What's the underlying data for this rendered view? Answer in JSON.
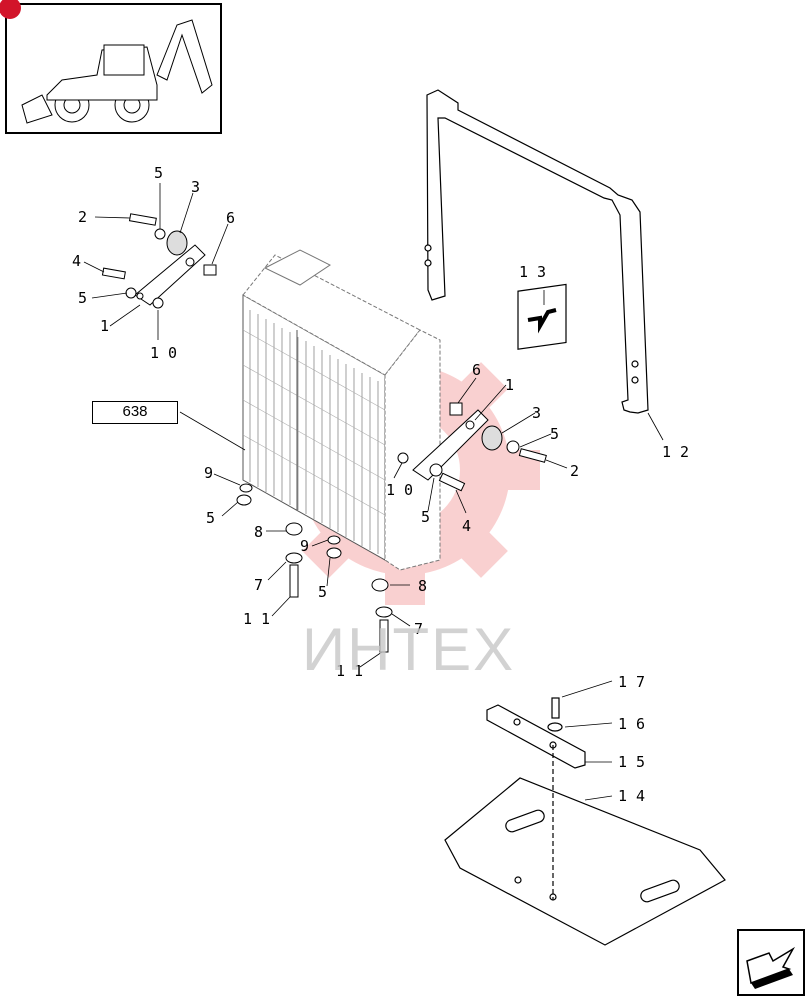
{
  "reference_box": {
    "label": "638"
  },
  "watermark": {
    "text": "ИНТЕХ",
    "color": "#e8a0a0"
  },
  "callouts": [
    {
      "id": "c5a",
      "text": "5"
    },
    {
      "id": "c3a",
      "text": "3"
    },
    {
      "id": "c2a",
      "text": "2"
    },
    {
      "id": "c6a",
      "text": "6"
    },
    {
      "id": "c4a",
      "text": "4"
    },
    {
      "id": "c5b",
      "text": "5"
    },
    {
      "id": "c1a",
      "text": "1"
    },
    {
      "id": "c10a",
      "text": "1 0"
    },
    {
      "id": "c13",
      "text": "1 3"
    },
    {
      "id": "c12",
      "text": "1 2"
    },
    {
      "id": "c6b",
      "text": "6"
    },
    {
      "id": "c1b",
      "text": "1"
    },
    {
      "id": "c3b",
      "text": "3"
    },
    {
      "id": "c5c",
      "text": "5"
    },
    {
      "id": "c2b",
      "text": "2"
    },
    {
      "id": "c10b",
      "text": "1 0"
    },
    {
      "id": "c5d",
      "text": "5"
    },
    {
      "id": "c4b",
      "text": "4"
    },
    {
      "id": "c9a",
      "text": "9"
    },
    {
      "id": "c5e",
      "text": "5"
    },
    {
      "id": "c8a",
      "text": "8"
    },
    {
      "id": "c9b",
      "text": "9"
    },
    {
      "id": "c7a",
      "text": "7"
    },
    {
      "id": "c5f",
      "text": "5"
    },
    {
      "id": "c8b",
      "text": "8"
    },
    {
      "id": "c11a",
      "text": "1 1"
    },
    {
      "id": "c7b",
      "text": "7"
    },
    {
      "id": "c11b",
      "text": "1 1"
    },
    {
      "id": "c17",
      "text": "1 7"
    },
    {
      "id": "c16",
      "text": "1 6"
    },
    {
      "id": "c15",
      "text": "1 5"
    },
    {
      "id": "c14",
      "text": "1 4"
    }
  ]
}
